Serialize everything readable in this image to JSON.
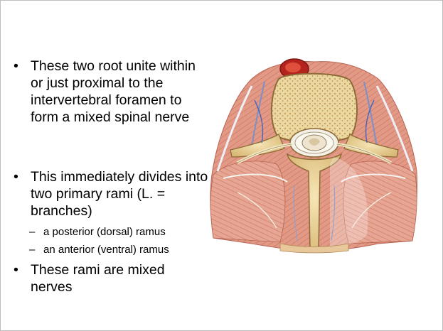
{
  "slide": {
    "bullet_symbol": "•",
    "dash_symbol": "–",
    "bullets": [
      {
        "text": "These two root unite within or just proximal to the intervertebral foramen to form a mixed spinal nerve"
      },
      {
        "text": "This immediately divides into two primary rami (L. = branches)"
      },
      {
        "text": "These rami are mixed nerves"
      }
    ],
    "sub_bullets": [
      {
        "text": "a posterior (dorsal) ramus"
      },
      {
        "text": "an anterior (ventral) ramus"
      }
    ]
  }
}
